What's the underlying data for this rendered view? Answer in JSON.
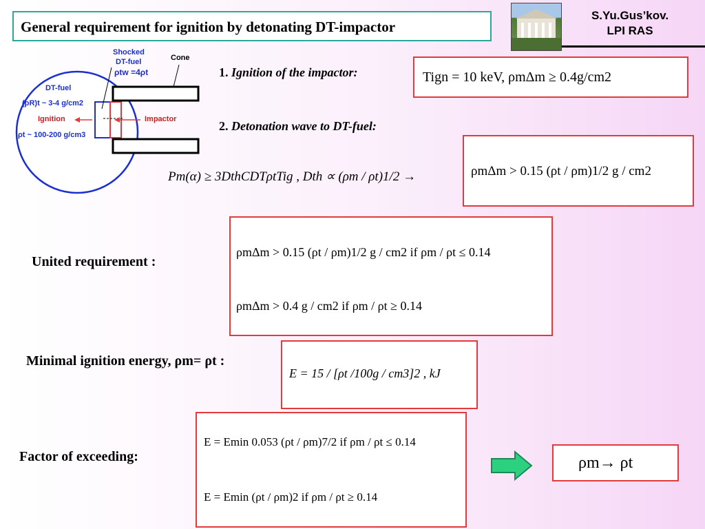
{
  "title": "General requirement for ignition by detonating  DT-impactor",
  "author": {
    "name": "S.Yu.Gus’kov.",
    "org": "LPI RAS"
  },
  "diagram": {
    "shocked": "Shocked",
    "dtfuel_top": "DT-fuel",
    "rho_tw": "ρtw =4ρt",
    "cone": "Cone",
    "dtfuel": "DT-fuel",
    "rhoR": "(ρR)t ~ 3-4 g/cm2",
    "ignition": "Ignition",
    "rhot": "ρt ~ 100-200 g/cm3",
    "impactor": "Impactor"
  },
  "section1": {
    "num": "1.",
    "text": "Ignition of the impactor:"
  },
  "section2": {
    "num": "2.",
    "text": "Detonation wave to DT-fuel:"
  },
  "eq_ign": "Tign  = 10 keV,     ρmΔm  ≥  0.4g/cm2",
  "eq_det_left": "Pm(α) ≥ 3DthCDTρtTig ,  Dth ∝ (ρm / ρt)1/2  →",
  "eq_det_right": "ρmΔm > 0.15 (ρt / ρm)1/2   g / cm2",
  "united_label": "United requirement :",
  "united_eq1": "ρmΔm > 0.15 (ρt / ρm)1/2   g / cm2    if   ρm / ρt ≤ 0.14",
  "united_eq2": "ρmΔm > 0.4    g / cm2    if   ρm / ρt ≥ 0.14",
  "minimal_label": "Minimal ignition energy, ρm= ρt :",
  "minimal_eq": "E = 15 / [ρt /100g / cm3]2 ,   kJ",
  "factor_label": "Factor of exceeding:",
  "factor_eq1": "E = Emin 0.053 (ρt / ρm)7/2    if   ρm / ρt ≤ 0.14",
  "factor_eq2": "E = Emin (ρt / ρm)2    if   ρm / ρt ≥ 0.14",
  "result": "ρm→  ρt",
  "colors": {
    "accent_red": "#e23a3a",
    "teal": "#2aa89a",
    "blue": "#1a2fd0",
    "arrow": "#2bd17e"
  }
}
